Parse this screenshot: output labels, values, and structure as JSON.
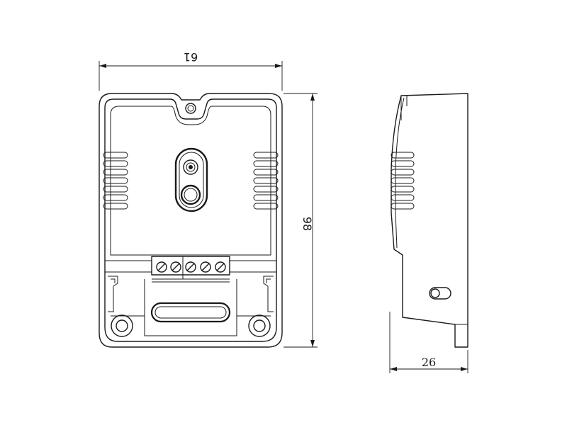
{
  "dimensions": {
    "front_width": "61",
    "front_height": "98",
    "side_depth": "26"
  }
}
